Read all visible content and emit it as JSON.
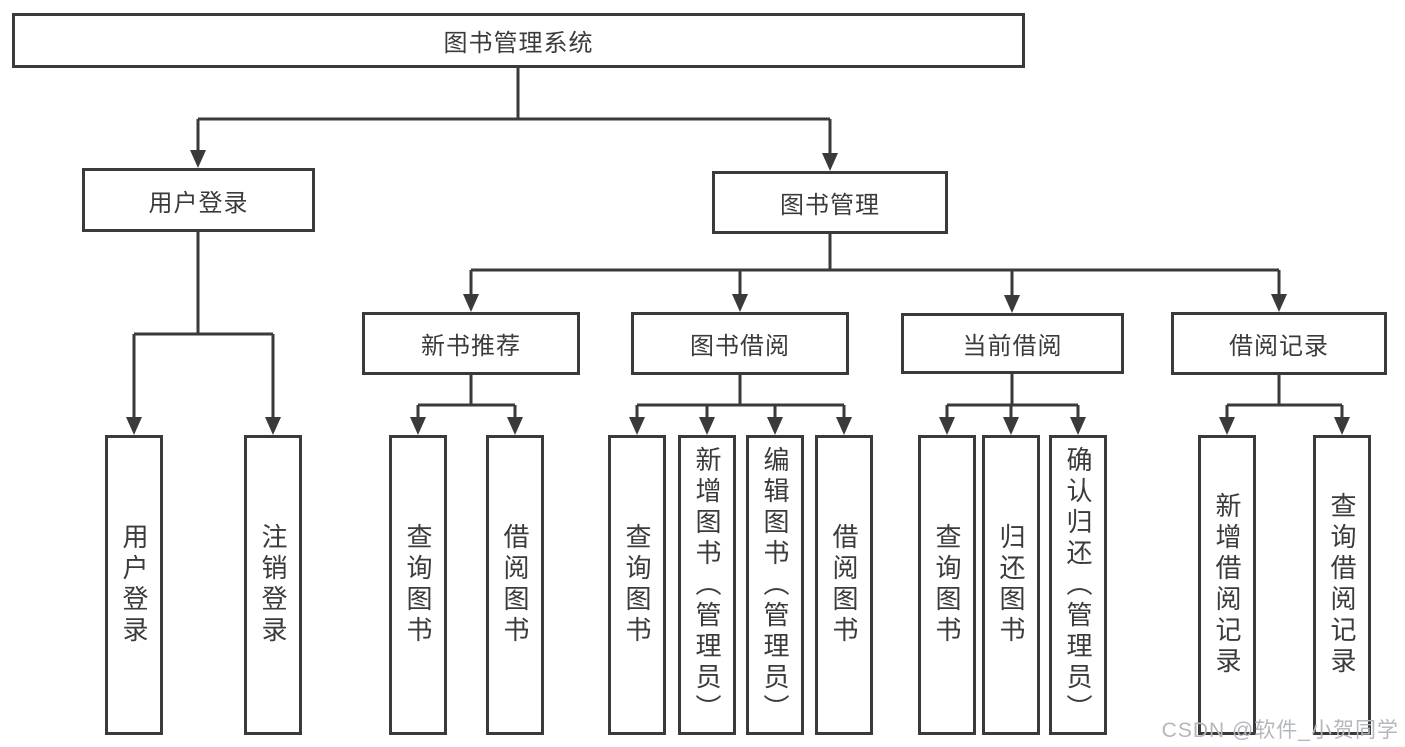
{
  "diagram": {
    "nodes": {
      "root": "图书管理系统",
      "user_login": "用户登录",
      "book_mgmt": "图书管理",
      "new_books": "新书推荐",
      "book_borrow": "图书借阅",
      "current_borrow": "当前借阅",
      "borrow_records": "借阅记录",
      "leaves": {
        "user_login": [
          "用户登录",
          "注销登录"
        ],
        "new_books": [
          "查询图书",
          "借阅图书"
        ],
        "book_borrow": [
          "查询图书",
          "新增图书（管理员）",
          "编辑图书（管理员）",
          "借阅图书"
        ],
        "current_borrow": [
          "查询图书",
          "归还图书",
          "确认归还（管理员）"
        ],
        "borrow_records": [
          "新增借阅记录",
          "查询借阅记录"
        ]
      }
    },
    "watermark": "CSDN @软件_小贺同学",
    "colors": {
      "line": "#3a3a3a",
      "text": "#3b3b3d",
      "watermark": "#b4b7bb",
      "background": "#ffffff"
    }
  }
}
